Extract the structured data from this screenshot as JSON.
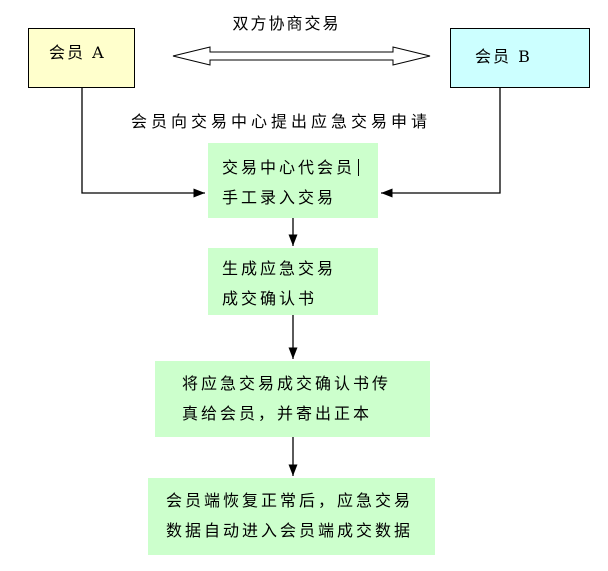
{
  "diagram": {
    "title": "双方协商交易",
    "subtitle": "会员向交易中心提出应急交易申请",
    "member_a": "会员 A",
    "member_b": "会员 B",
    "steps": [
      {
        "line1": "交易中心代会员",
        "line2": "手工录入交易"
      },
      {
        "line1": "生成应急交易",
        "line2": "成交确认书"
      },
      {
        "line1": "将应急交易成交确认书传",
        "line2": "真给会员，并寄出正本"
      },
      {
        "line1": "会员端恢复正常后，应急交易",
        "line2": "数据自动进入会员端成交数据"
      }
    ],
    "colors": {
      "member_a_fill": "#FFFFCC",
      "member_b_fill": "#CCFFFF",
      "step_fill": "#CCFFCC",
      "line_color": "#000000"
    }
  }
}
